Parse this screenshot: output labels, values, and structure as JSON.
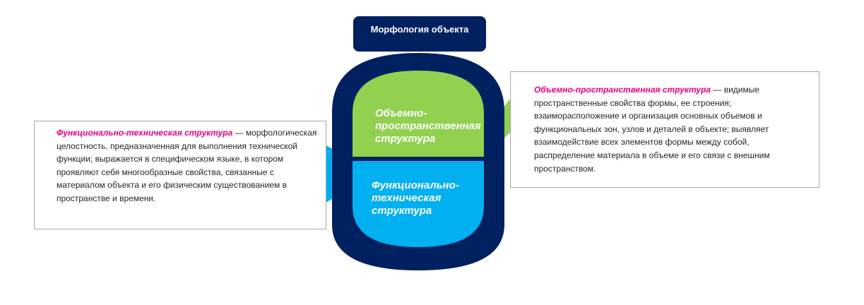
{
  "title": "Морфология объекта",
  "inner": {
    "volume_label": "Объемно- пространственная структура",
    "func_label": "Функционально- техническая структура"
  },
  "left_box": {
    "term": "Функционально-техническая структура",
    "text": " — морфологическая целостность, предназначенная для выполнения технической функции; выражается в специфическом языке, в котором проявляют себя многообразные свойства, связанные с материалом объекта и его физическим существованием в пространстве и времени."
  },
  "right_box": {
    "term": "Объемно-пространственная структура",
    "text": " — видимые пространственные свойства формы, ее строения; взаиморасположение и организация основных объемов и функциональных зон, узлов и деталей в объекте; выявляет взаимодействие всех элементов формы между собой, распределение материала в объеме и его связи с внешним пространством."
  },
  "colors": {
    "navy": "#002060",
    "green": "#92d050",
    "blue": "#00b0f0",
    "accent_magenta": "#e6007e",
    "border_gray": "#a6a6a6"
  }
}
